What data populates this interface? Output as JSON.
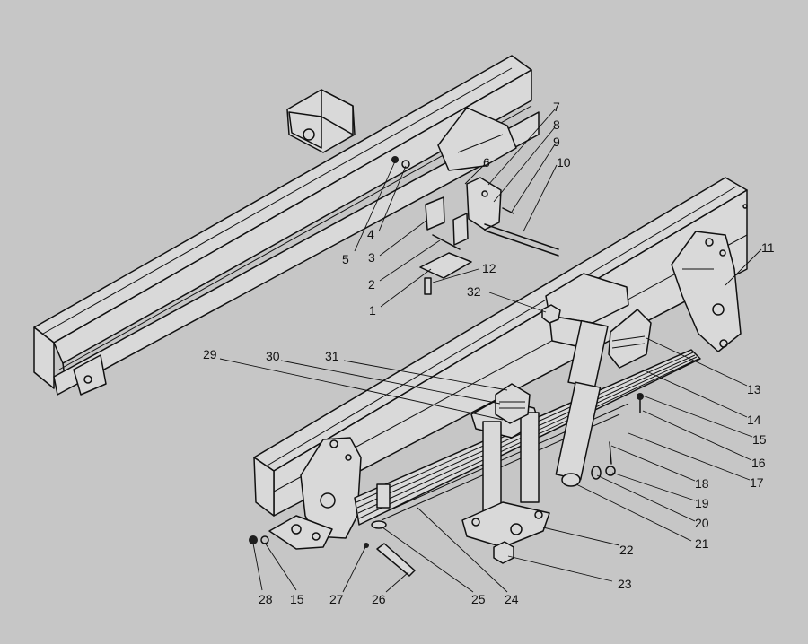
{
  "diagram": {
    "part_numbers": [
      "1",
      "2",
      "3",
      "4",
      "5",
      "6",
      "7",
      "8",
      "9",
      "10",
      "11",
      "12",
      "13",
      "14",
      "15",
      "16",
      "17",
      "18",
      "19",
      "20",
      "21",
      "22",
      "23",
      "24",
      "25",
      "26",
      "27",
      "28",
      "29",
      "30",
      "31",
      "32"
    ],
    "callouts": [
      {
        "id": "1",
        "text": "1"
      },
      {
        "id": "2",
        "text": "2"
      },
      {
        "id": "3",
        "text": "3"
      },
      {
        "id": "4",
        "text": "4"
      },
      {
        "id": "5",
        "text": "5"
      },
      {
        "id": "6",
        "text": "6"
      },
      {
        "id": "7",
        "text": "7"
      },
      {
        "id": "8",
        "text": "8"
      },
      {
        "id": "9",
        "text": "9"
      },
      {
        "id": "10",
        "text": "10"
      },
      {
        "id": "11",
        "text": "11"
      },
      {
        "id": "12",
        "text": "12"
      },
      {
        "id": "13",
        "text": "13"
      },
      {
        "id": "14",
        "text": "14"
      },
      {
        "id": "15a",
        "text": "15"
      },
      {
        "id": "16",
        "text": "16"
      },
      {
        "id": "17",
        "text": "17"
      },
      {
        "id": "18",
        "text": "18"
      },
      {
        "id": "19",
        "text": "19"
      },
      {
        "id": "20",
        "text": "20"
      },
      {
        "id": "21",
        "text": "21"
      },
      {
        "id": "22",
        "text": "22"
      },
      {
        "id": "23",
        "text": "23"
      },
      {
        "id": "24",
        "text": "24"
      },
      {
        "id": "25",
        "text": "25"
      },
      {
        "id": "26",
        "text": "26"
      },
      {
        "id": "27",
        "text": "27"
      },
      {
        "id": "28",
        "text": "28"
      },
      {
        "id": "15b",
        "text": "15"
      },
      {
        "id": "29",
        "text": "29"
      },
      {
        "id": "30",
        "text": "30"
      },
      {
        "id": "31",
        "text": "31"
      },
      {
        "id": "32",
        "text": "32"
      }
    ]
  }
}
